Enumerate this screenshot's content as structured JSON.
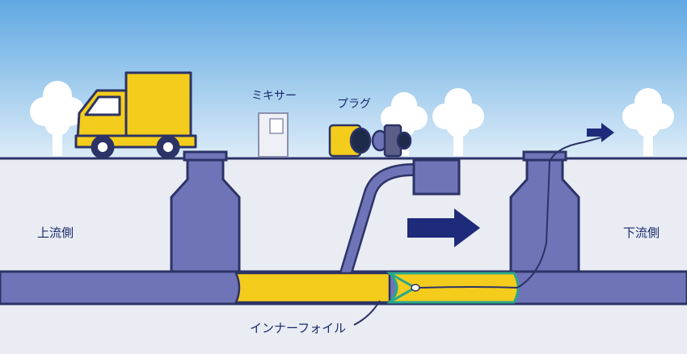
{
  "labels": {
    "upstream": "上流側",
    "downstream": "下流側",
    "mixer": "ミキサー",
    "plug": "プラグ",
    "inner_foil": "インナーフォイル"
  },
  "colors": {
    "sky_top": "#5fa8e2",
    "sky_bottom": "#dcecf8",
    "ground": "#e9ecf3",
    "pipe": "#6f74b8",
    "pipe_stroke": "#2c3366",
    "liner": "#f4cc1c",
    "liner_edge": "#2aa88a",
    "arrow": "#1e2a7a",
    "text": "#1a2a6c",
    "tree": "#ffffff"
  },
  "icons": [
    "truck-icon",
    "mixer-icon",
    "plug-icon",
    "tree-icon",
    "flow-arrow-icon"
  ]
}
